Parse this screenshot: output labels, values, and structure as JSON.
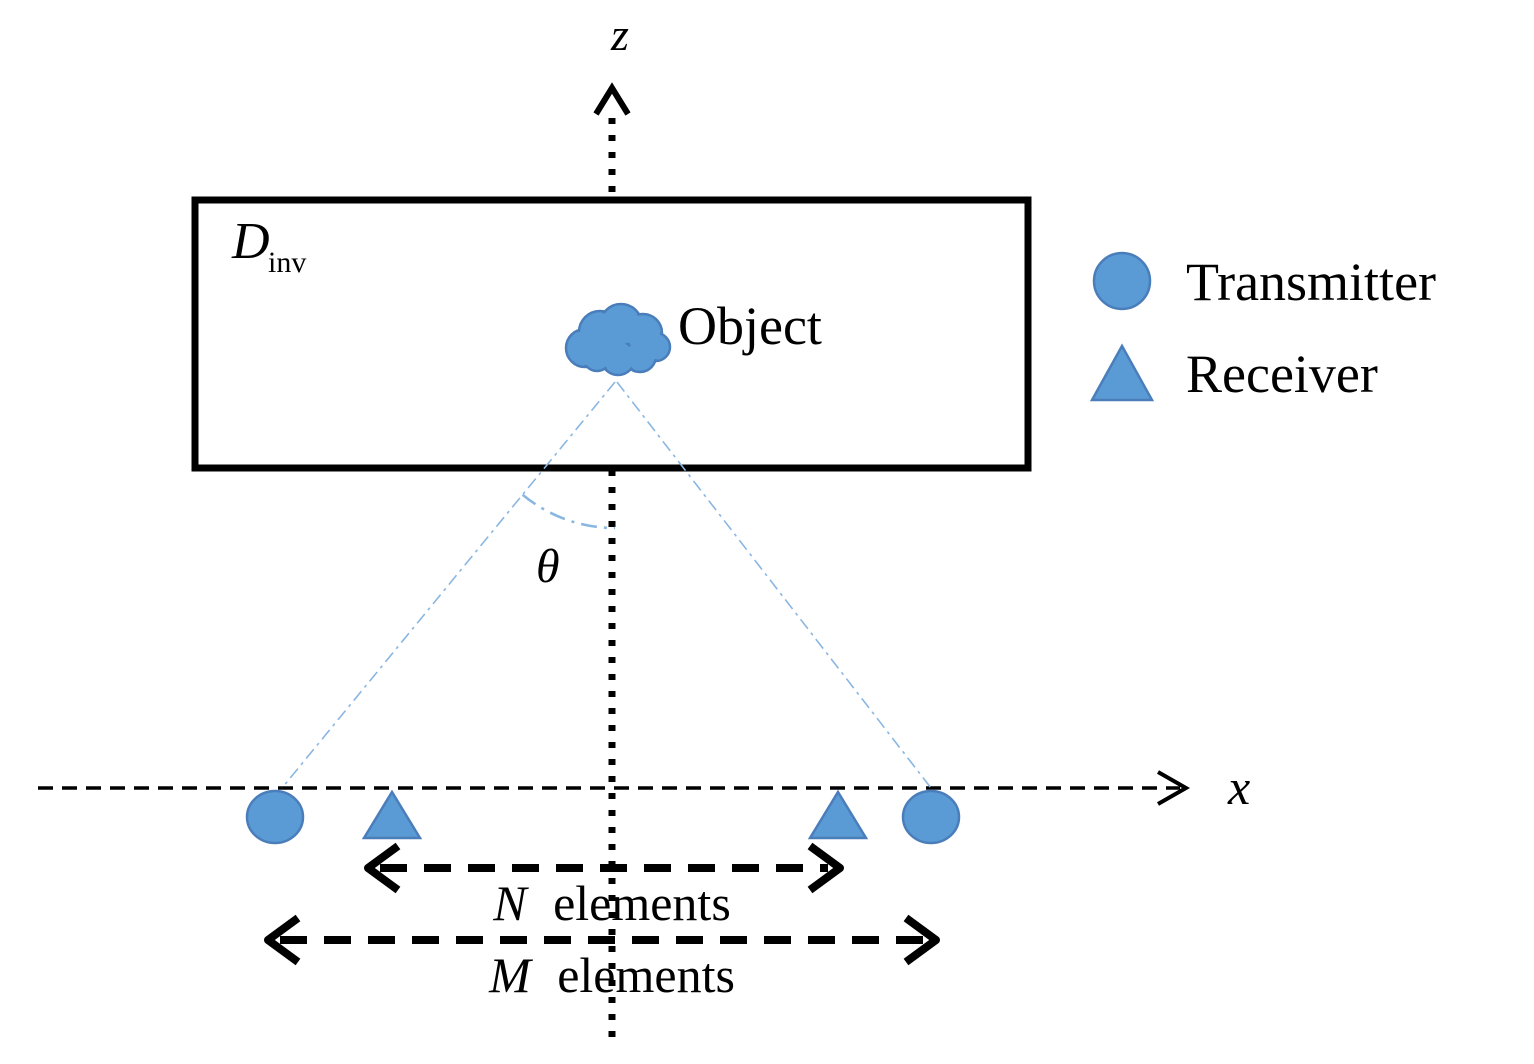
{
  "figure": {
    "background": "#ffffff",
    "axes": {
      "z_label": "z",
      "x_label": "x"
    },
    "domain_box": {
      "label_main": "D",
      "label_sub": "inv"
    },
    "object": {
      "label": "Object"
    },
    "angle": {
      "label": "θ"
    },
    "legend": {
      "items": [
        {
          "symbol": "circle",
          "label": "Transmitter"
        },
        {
          "symbol": "triangle",
          "label": "Receiver"
        }
      ]
    },
    "arrays": {
      "receiver_span": {
        "var": "N",
        "rest": "elements"
      },
      "transmitter_span": {
        "var": "M",
        "rest": "elements"
      }
    },
    "colors": {
      "marker_fill": "#5b9bd5",
      "marker_stroke": "#4a7ebb",
      "ray": "#8ab6e2",
      "ink": "#000000"
    }
  }
}
